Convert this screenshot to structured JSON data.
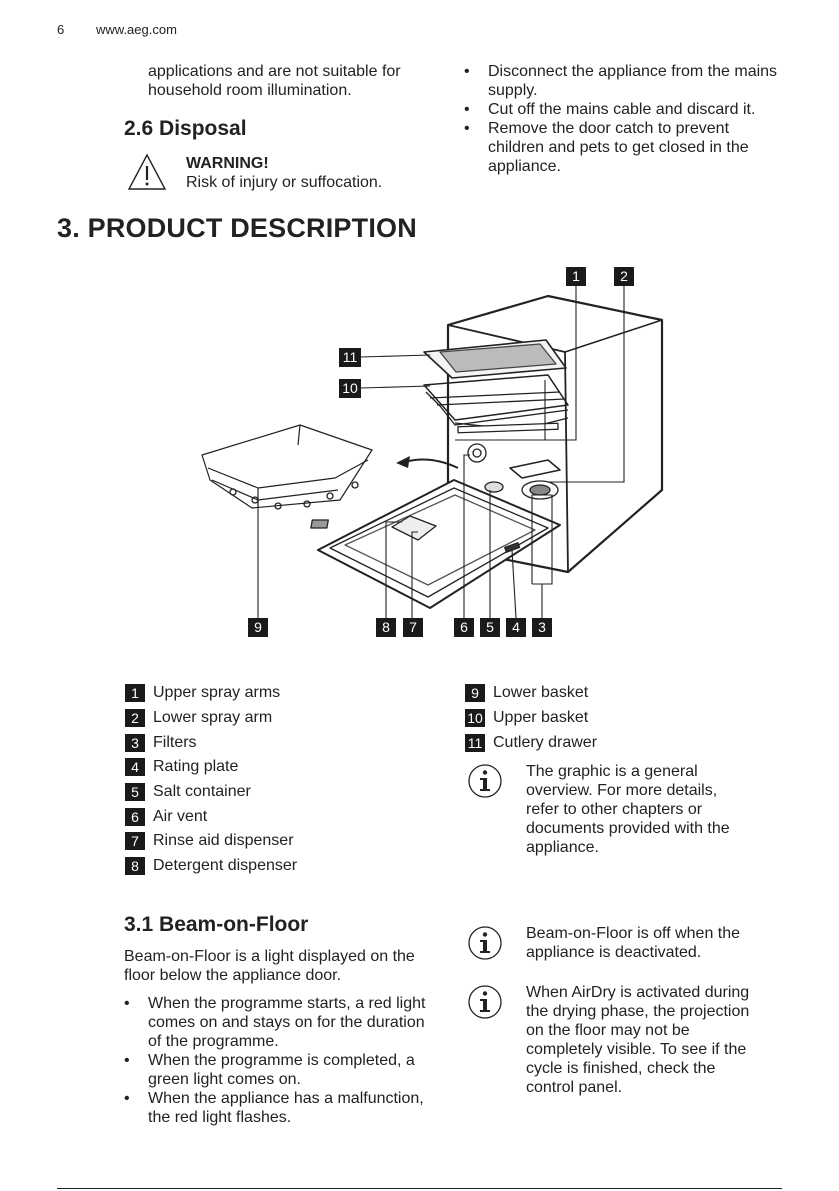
{
  "header": {
    "page_number": "6",
    "site": "www.aeg.com"
  },
  "left_top": {
    "text": "applications and are not suitable for household room illumination."
  },
  "section_2_6": {
    "title": "2.6 Disposal",
    "warning_title": "WARNING!",
    "warning_text": "Risk of injury or suffocation."
  },
  "right_top_bullets": [
    "Disconnect the appliance from the mains supply.",
    "Cut off the mains cable and discard it.",
    "Remove the door catch to prevent children and pets to get closed in the appliance."
  ],
  "bullet_glyph": "•",
  "section_3": {
    "title": "3. PRODUCT DESCRIPTION"
  },
  "legend": [
    {
      "num": "1",
      "label": "Upper spray arms"
    },
    {
      "num": "2",
      "label": "Lower spray arm"
    },
    {
      "num": "3",
      "label": "Filters"
    },
    {
      "num": "4",
      "label": "Rating plate"
    },
    {
      "num": "5",
      "label": "Salt container"
    },
    {
      "num": "6",
      "label": "Air vent"
    },
    {
      "num": "7",
      "label": "Rinse aid dispenser"
    },
    {
      "num": "8",
      "label": "Detergent dispenser"
    },
    {
      "num": "9",
      "label": "Lower basket"
    },
    {
      "num": "10",
      "label": "Upper basket"
    },
    {
      "num": "11",
      "label": "Cutlery drawer"
    }
  ],
  "info_note_1": "The graphic is a general overview. For more details, refer to other chapters or documents provided with the appliance.",
  "section_3_1": {
    "title": "3.1 Beam-on-Floor",
    "intro": "Beam-on-Floor is a light displayed on the floor below the appliance door.",
    "bullets": [
      "When the programme starts, a red light comes on and stays on for the duration of the programme.",
      "When the programme is completed, a green light comes on.",
      "When the appliance has a malfunction, the red light flashes."
    ]
  },
  "info_note_2": "Beam-on-Floor is off when the appliance is deactivated.",
  "info_note_3": "When AirDry is activated during the drying phase, the projection on the floor may not be completely visible. To see if the cycle is finished, check the control panel.",
  "icons": {
    "warning": "warning-triangle-icon",
    "info": "info-icon"
  }
}
